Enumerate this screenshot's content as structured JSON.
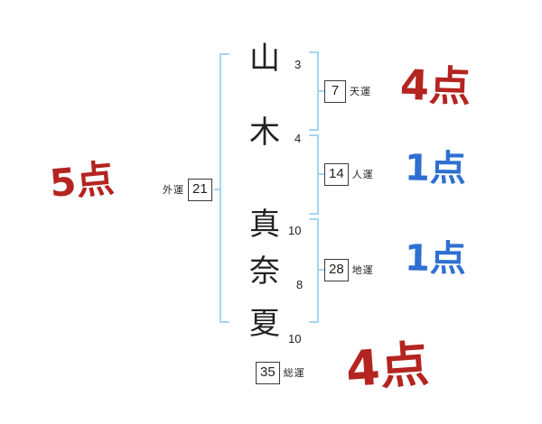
{
  "name": {
    "chars": [
      {
        "glyph": "山",
        "strokes": "3"
      },
      {
        "glyph": "木",
        "strokes": "4"
      },
      {
        "glyph": "真",
        "strokes": "10"
      },
      {
        "glyph": "奈",
        "strokes": "8"
      },
      {
        "glyph": "夏",
        "strokes": "10"
      }
    ]
  },
  "fortunes": {
    "outer": {
      "label": "外運",
      "value": "21",
      "score": "5点",
      "score_color": "red"
    },
    "heaven": {
      "label": "天運",
      "value": "7",
      "score": "4点",
      "score_color": "red"
    },
    "person": {
      "label": "人運",
      "value": "14",
      "score": "1点",
      "score_color": "blue"
    },
    "earth": {
      "label": "地運",
      "value": "28",
      "score": "1点",
      "score_color": "blue"
    },
    "total": {
      "label": "総運",
      "value": "35",
      "score": "4点",
      "score_color": "red"
    }
  },
  "colors": {
    "red": "#b42420",
    "blue": "#2f6fd2",
    "bracket": "#a5d5ef",
    "ink": "#222222",
    "bg": "#ffffff"
  }
}
